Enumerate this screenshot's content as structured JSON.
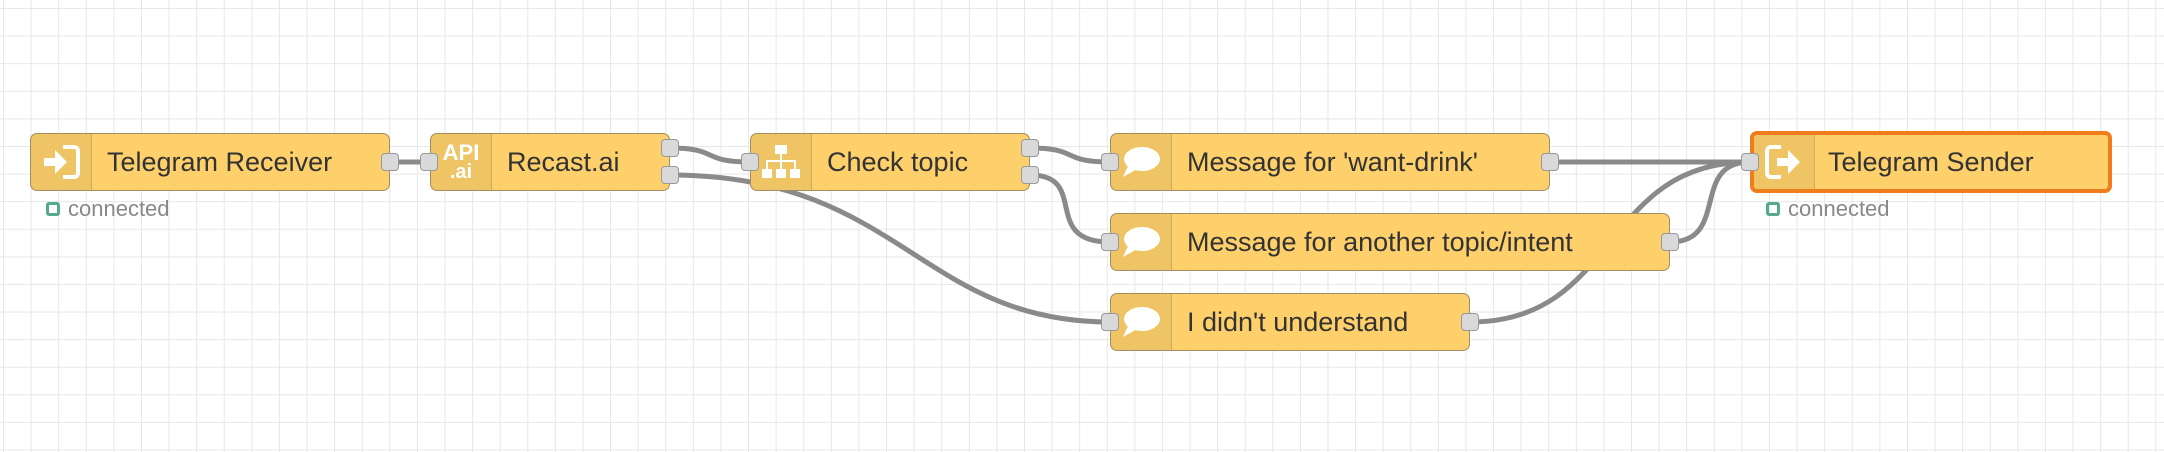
{
  "colors": {
    "node_fill": "#fdd06b",
    "selected_border": "#f07c1c",
    "wire": "#8a8a8a",
    "status_connected": "#55aa88"
  },
  "nodes": {
    "telegram_receiver": {
      "label": "Telegram Receiver",
      "icon": "arrow-in-icon",
      "status": "connected"
    },
    "recast": {
      "label": "Recast.ai",
      "icon": "api-ai-icon",
      "icon_text_top": "API",
      "icon_text_bottom": ".ai"
    },
    "check_topic": {
      "label": "Check topic",
      "icon": "switch-icon"
    },
    "msg_want_drink": {
      "label": "Message for 'want-drink'",
      "icon": "speech-bubble-icon"
    },
    "msg_other": {
      "label": "Message for another topic/intent",
      "icon": "speech-bubble-icon"
    },
    "msg_not_understand": {
      "label": "I didn't understand",
      "icon": "speech-bubble-icon"
    },
    "telegram_sender": {
      "label": "Telegram Sender",
      "icon": "arrow-out-icon",
      "status": "connected",
      "selected": true
    }
  }
}
